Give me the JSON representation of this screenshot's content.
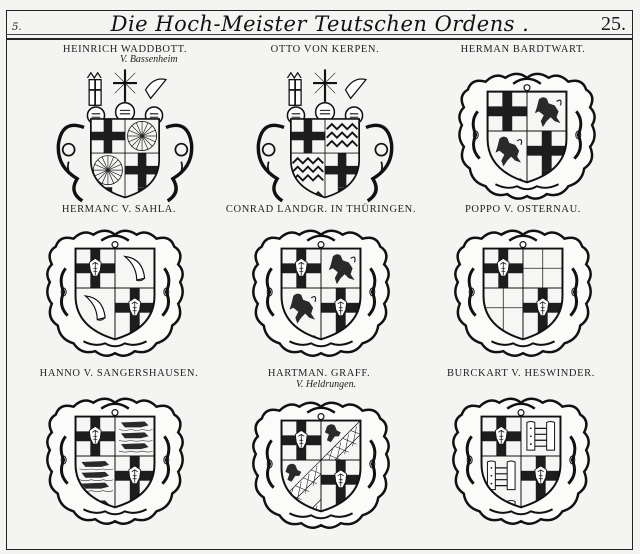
{
  "page": {
    "marker": "5.",
    "title": "Die Hoch-Meister Teutschen Ordens .",
    "page_number": "25."
  },
  "colors": {
    "paper": "#f4f4f2",
    "ink": "#1a1a1a"
  },
  "coats_of_arms": [
    {
      "name": "HEINRICH WADDBOTT.",
      "subtitle": "V. Bassenheim",
      "style": "helmed-crest",
      "quarters": [
        "teutonic-cross",
        "wheel",
        "wheel",
        "teutonic-cross"
      ]
    },
    {
      "name": "OTTO VON KERPEN.",
      "subtitle": "",
      "style": "helmed-crest",
      "quarters": [
        "teutonic-cross",
        "wavy-bars",
        "wavy-bars",
        "teutonic-cross"
      ]
    },
    {
      "name": "HERMAN BARDTWART.",
      "subtitle": "",
      "style": "cartouche",
      "quarters": [
        "teutonic-cross",
        "lion",
        "lion",
        "teutonic-cross"
      ]
    },
    {
      "name": "HERMANC V. SAHLA.",
      "subtitle": "",
      "style": "cartouche",
      "quarters": [
        "teutonic-cross-eagle",
        "horn",
        "horn",
        "teutonic-cross-eagle"
      ]
    },
    {
      "name": "CONRAD LANDGR. IN THÜRINGEN.",
      "subtitle": "",
      "style": "cartouche",
      "quarters": [
        "teutonic-cross-eagle",
        "lion",
        "lion",
        "teutonic-cross-eagle"
      ]
    },
    {
      "name": "POPPO V. OSTERNAU.",
      "subtitle": "",
      "style": "cartouche",
      "quarters": [
        "teutonic-cross-eagle",
        "checky",
        "checky",
        "teutonic-cross-eagle"
      ]
    },
    {
      "name": "HANNO V. SANGERSHAUSEN.",
      "subtitle": "",
      "style": "cartouche",
      "quarters": [
        "teutonic-cross-eagle",
        "three-lions",
        "three-lions",
        "teutonic-cross-eagle"
      ]
    },
    {
      "name": "HARTMAN. GRAFF.",
      "subtitle": "V. Heldrungen.",
      "style": "cartouche",
      "quarters": [
        "teutonic-cross-eagle",
        "lion-bend-lattice",
        "lion-bend-lattice",
        "teutonic-cross-eagle"
      ]
    },
    {
      "name": "BURCKART V. HESWINDER.",
      "subtitle": "",
      "style": "cartouche",
      "quarters": [
        "teutonic-cross-eagle",
        "rakes",
        "rakes",
        "teutonic-cross-eagle"
      ]
    }
  ]
}
